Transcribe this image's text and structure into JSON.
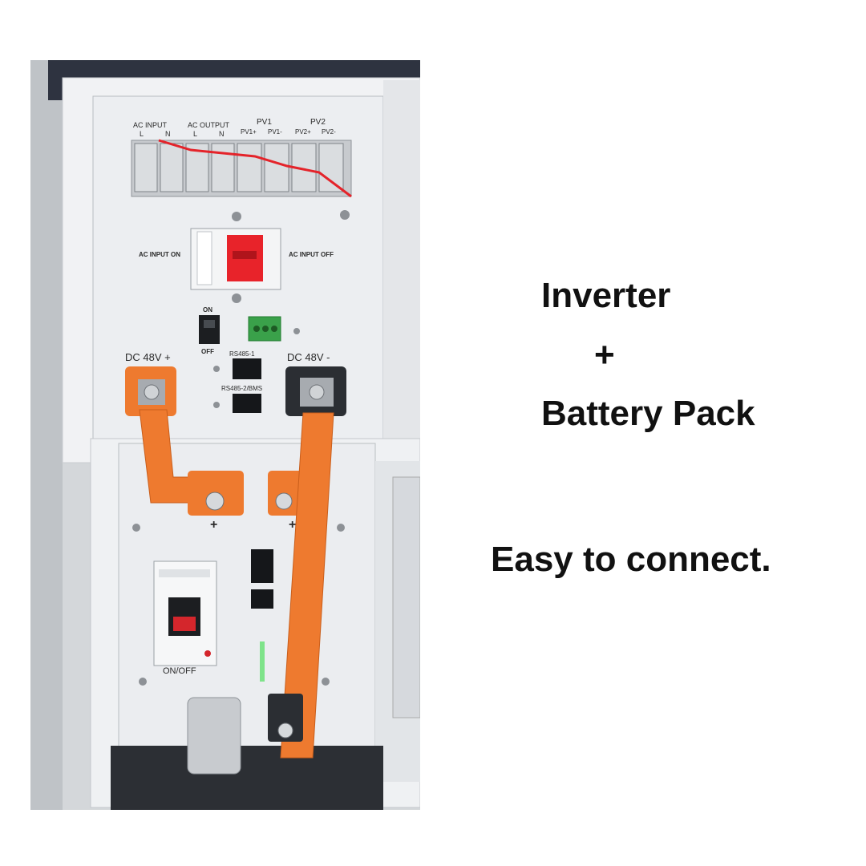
{
  "photo": {
    "terminal_labels": {
      "ac_input": "AC INPUT",
      "ac_output": "AC OUTPUT",
      "pv1": "PV1",
      "pv2": "PV2",
      "l1": "L",
      "n1": "N",
      "l2": "L",
      "n2": "N",
      "pv1_plus": "PV1+",
      "pv1_minus": "PV1-",
      "pv2_plus": "PV2+",
      "pv2_minus": "PV2-"
    },
    "breaker_labels": {
      "ac_input_on": "AC INPUT ON",
      "ac_input_off": "AC INPUT OFF"
    },
    "switch_labels": {
      "on": "ON",
      "off": "OFF"
    },
    "port_labels": {
      "rs485_1": "RS485-1",
      "rs485_2": "RS485-2/BMS"
    },
    "dc_labels": {
      "dc_plus": "DC 48V +",
      "dc_minus": "DC 48V -"
    },
    "battery_labels": {
      "plus_left": "+",
      "plus_right": "+",
      "on_off": "ON/OFF"
    },
    "colors": {
      "busbar": "#ee7a2f",
      "panel": "#eef0f2",
      "breaker": "#e8232a"
    }
  },
  "headline": {
    "line1": "Inverter",
    "line2": "+",
    "line3": "Battery Pack",
    "line4": "Easy to connect."
  }
}
